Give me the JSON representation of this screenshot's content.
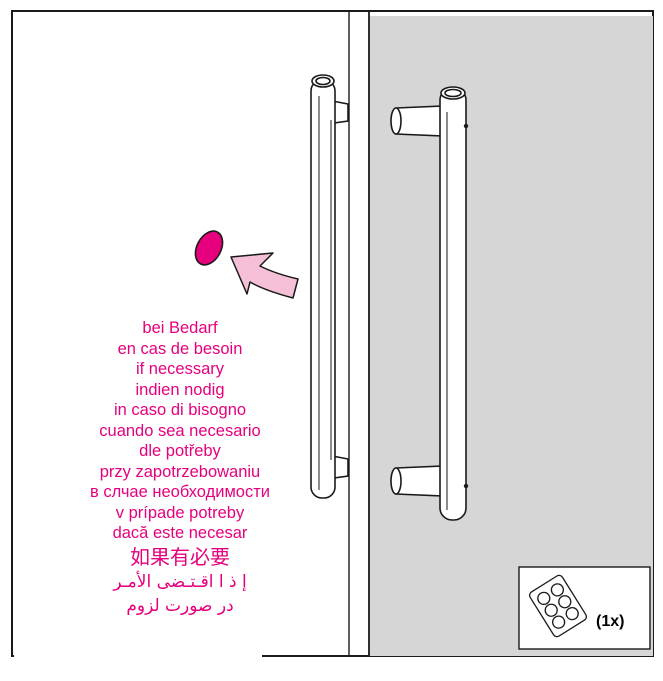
{
  "instructions": {
    "lines": [
      "bei Bedarf",
      "en cas de besoin",
      "if necessary",
      "indien nodig",
      "in caso di bisogno",
      "cuando sea necesario",
      "dle potřeby",
      "przy zapotrzebowaniu",
      "в слчае необходимости",
      "v prípade potreby",
      "dacă este necesar"
    ],
    "chinese": "如果有必要",
    "arabic": "إ ذ ا اقـتـضى الأمـر",
    "persian": "در صورت لزوم"
  },
  "kit": {
    "quantity": "(1x)"
  },
  "colors": {
    "accent": "#e6007e",
    "arrow_fill": "#f6bfd8",
    "door_glass": "#d6d6d6",
    "outline": "#1a1a1a"
  },
  "icons": {
    "bumper": "pink-pad-icon",
    "arrow": "curved-arrow-icon",
    "kit": "bumper-sheet-icon"
  }
}
